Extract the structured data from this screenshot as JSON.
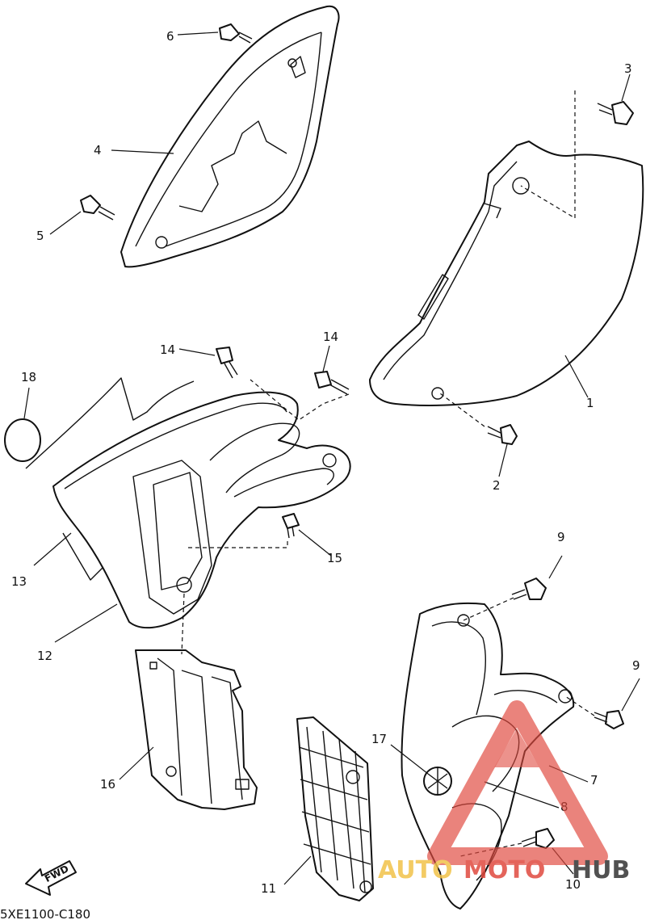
{
  "diagram": {
    "code": "5XE1100-C180",
    "direction_label": "FWD",
    "callouts": [
      {
        "id": "c1",
        "text": "1"
      },
      {
        "id": "c2",
        "text": "2"
      },
      {
        "id": "c3",
        "text": "3"
      },
      {
        "id": "c4",
        "text": "4"
      },
      {
        "id": "c5",
        "text": "5"
      },
      {
        "id": "c6",
        "text": "6"
      },
      {
        "id": "c7",
        "text": "7"
      },
      {
        "id": "c8",
        "text": "8"
      },
      {
        "id": "c9a",
        "text": "9"
      },
      {
        "id": "c9b",
        "text": "9"
      },
      {
        "id": "c10",
        "text": "10"
      },
      {
        "id": "c11",
        "text": "11"
      },
      {
        "id": "c12",
        "text": "12"
      },
      {
        "id": "c13",
        "text": "13"
      },
      {
        "id": "c14a",
        "text": "14"
      },
      {
        "id": "c14b",
        "text": "14"
      },
      {
        "id": "c15",
        "text": "15"
      },
      {
        "id": "c16",
        "text": "16"
      },
      {
        "id": "c17",
        "text": "17"
      },
      {
        "id": "c18",
        "text": "18"
      }
    ]
  },
  "watermark": {
    "part1": "AUTO",
    "part2": "MOTO",
    "part3": "HUB",
    "colors": {
      "auto": "#f2c34a",
      "moto": "#e04a3f",
      "hub": "#333333",
      "logo": "#e04a3f"
    }
  }
}
